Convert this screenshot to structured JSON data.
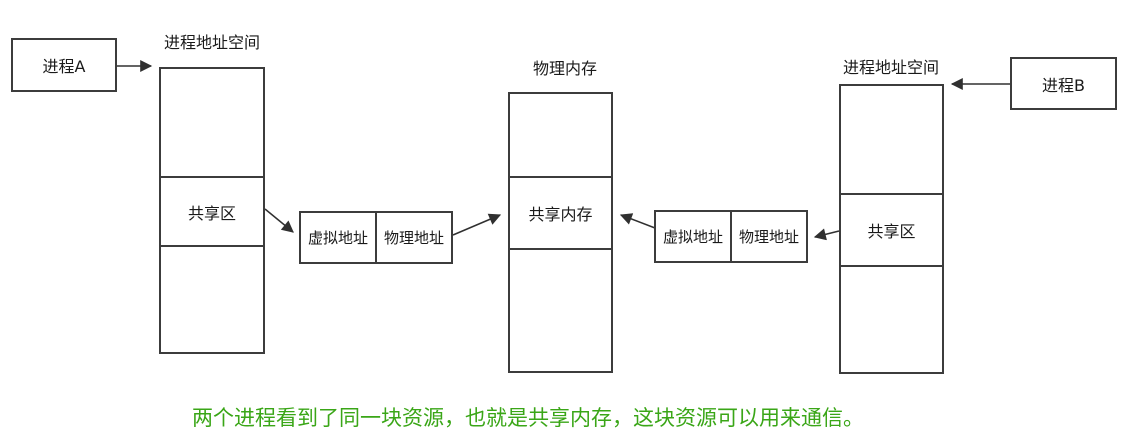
{
  "process_a": {
    "label": "进程A"
  },
  "process_b": {
    "label": "进程B"
  },
  "left_space": {
    "title": "进程地址空间",
    "sections": [
      "",
      "共享区",
      ""
    ]
  },
  "physical_memory": {
    "title": "物理内存",
    "sections": [
      "",
      "共享内存",
      ""
    ]
  },
  "right_space": {
    "title": "进程地址空间",
    "sections": [
      "",
      "共享区",
      ""
    ]
  },
  "left_mapping": {
    "cells": [
      "虚拟地址",
      "物理地址"
    ]
  },
  "right_mapping": {
    "cells": [
      "虚拟地址",
      "物理地址"
    ]
  },
  "caption": {
    "text": "两个进程看到了同一块资源，也就是共享内存，这块资源可以用来通信。"
  },
  "colors": {
    "line": "#3c3c3c",
    "arrow": "#303030",
    "caption_green": "#3aa617",
    "background": "#ffffff"
  }
}
